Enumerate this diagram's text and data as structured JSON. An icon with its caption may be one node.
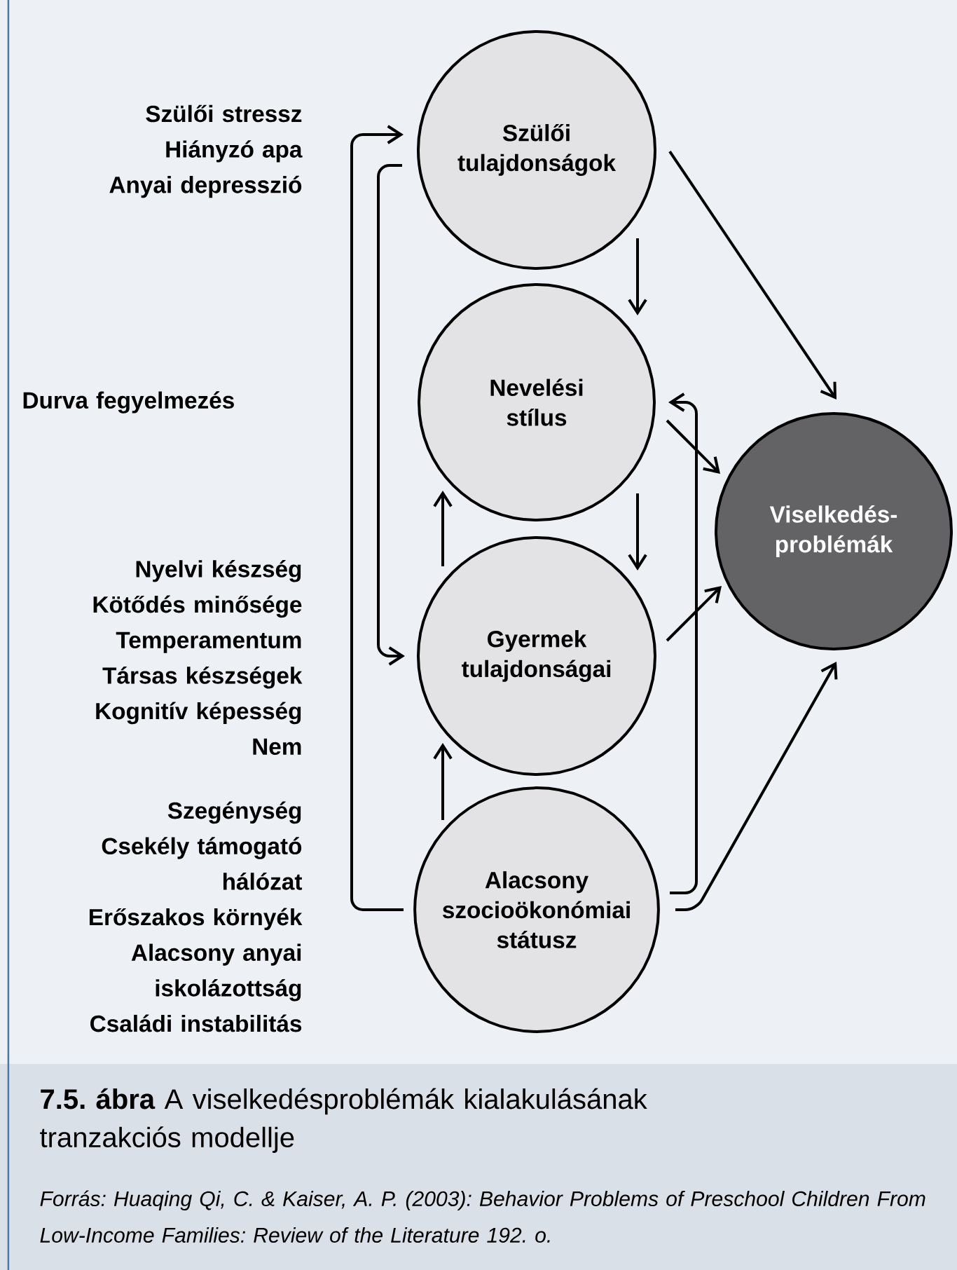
{
  "diagram": {
    "caption": "**7.5. ábra** A viselkedésproblémák kialakulásának tranzakciós modellje",
    "nodes": [
      {
        "text": [
          "Szülői tulajdonságok"
        ],
        "beside": [
          "Szülői stressz",
          "Hiányzó apa",
          "Anyai depresszió"
        ]
      },
      {
        "text": [
          "Nevelési stílus"
        ]
      },
      {
        "text": [
          "Gyermek tulajdonságai"
        ],
        "beside": [
          "Nyelvi készség",
          "Kötődés minősége",
          "Temperamentum",
          "Társas készségek",
          "Kognitív képesség",
          "Nem"
        ]
      },
      {
        "text": [
          "Alacsony szocioökonómiai státusz"
        ],
        "beside": [
          "Szegénység",
          "Csekély támogató hálózat",
          "Erőszakos környék",
          "Alacsony anyai iskolázottság",
          "Családi instabilitás"
        ]
      },
      {
        "text": [
          "Viselkedés-problémák"
        ]
      }
    ],
    "edges": [
      {
        "from": 0,
        "to": 1,
        "arrow": "to"
      },
      {
        "from": 1,
        "to": 2,
        "arrow": "to"
      },
      {
        "from": 2,
        "to": 1,
        "arrow": "to"
      },
      {
        "from": 3,
        "to": 2,
        "arrow": "to"
      },
      {
        "from": 0,
        "to": 4,
        "arrow": "to"
      },
      {
        "from": 1,
        "to": 4,
        "arrow": "to"
      },
      {
        "from": 2,
        "to": 4,
        "arrow": "to"
      },
      {
        "from": 3,
        "to": 4,
        "arrow": "to"
      },
      {
        "from": 3,
        "to": 1,
        "arrow": "to"
      },
      {
        "from": 3,
        "to": 0,
        "arrow": "to"
      },
      {
        "from": 0,
        "to": 2,
        "arrow": "to"
      }
    ],
    "labels": [
      "Durva fegyelmezés",
      "Forrás: Huaqing Qi, C. & Kaiser, A. P. (2003): Behavior Problems of Preschool Children From Low-Income Families: Review of the Literature 192. o."
    ]
  }
}
